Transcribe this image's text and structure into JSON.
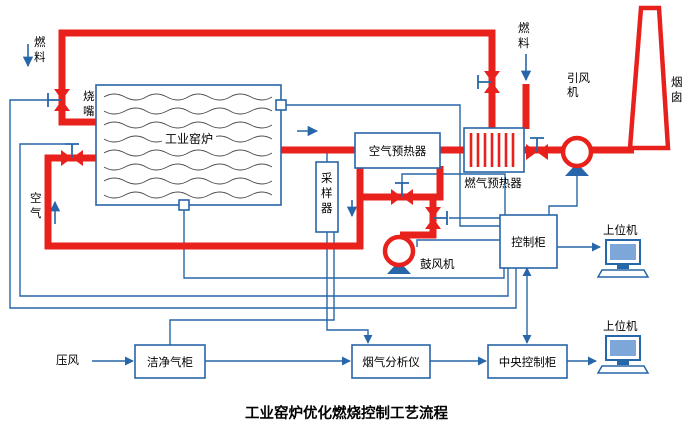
{
  "title": "工业窑炉优化燃烧控制工艺流程",
  "colors": {
    "pipe_red": "#e8211d",
    "signal_blue": "#2766a8",
    "background": "#ffffff"
  },
  "labels": {
    "fuel_left": "燃料",
    "burner": "烧嘴",
    "air": "空气",
    "kiln": "工业窑炉",
    "sampler": "采样器",
    "air_preheater": "空气预热器",
    "gas_preheater": "燃气预热器",
    "fuel_right": "燃料",
    "induced_fan": "引风机",
    "chimney": "烟囱",
    "blower": "鼓风机",
    "control_cabinet": "控制柜",
    "host_computer_upper": "上位机",
    "host_computer_lower": "上位机",
    "pressure_air": "压风",
    "clean_gas_tank": "洁净气柜",
    "flue_gas_analyzer": "烟气分析仪",
    "central_control_cabinet": "中央控制柜"
  }
}
